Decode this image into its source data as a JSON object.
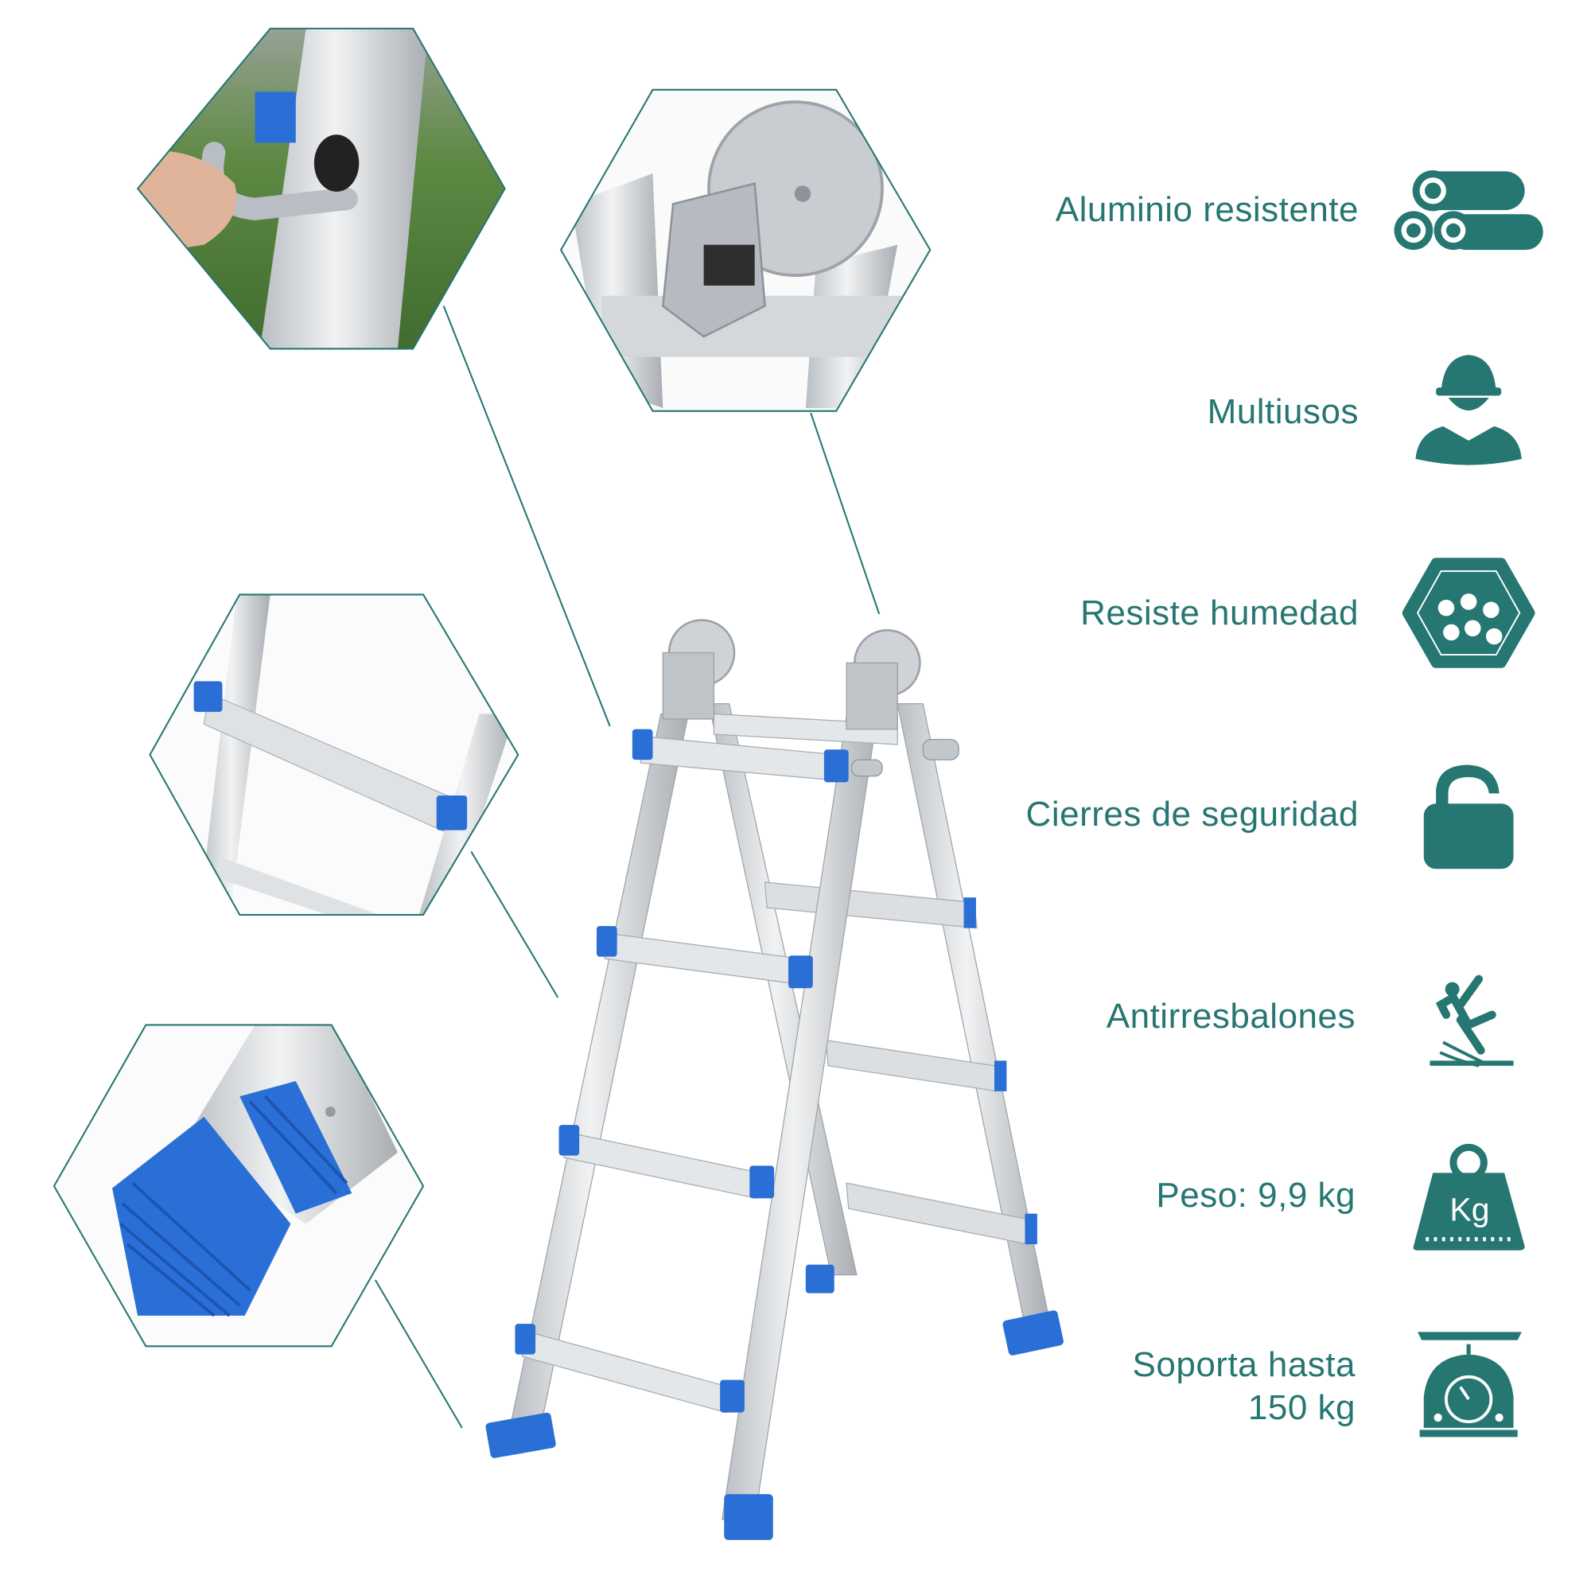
{
  "colors": {
    "accent": "#267672",
    "plastic_blue": "#2a6fd6",
    "aluminium": "#d7dadd"
  },
  "features": [
    {
      "label": "Aluminio resistente",
      "icon": "aluminium-pipes-icon"
    },
    {
      "label": "Multiusos",
      "icon": "worker-icon"
    },
    {
      "label": "Resiste humedad",
      "icon": "water-drops-icon"
    },
    {
      "label": "Cierres de seguridad",
      "icon": "padlock-icon"
    },
    {
      "label": "Antirresbalones",
      "icon": "slip-person-icon"
    },
    {
      "label": "Peso: 9,9 kg",
      "icon": "weight-kg-icon",
      "icon_text": "Kg"
    },
    {
      "label_line1": "Soporta hasta",
      "label_line2": "150 kg",
      "icon": "scale-icon"
    }
  ]
}
